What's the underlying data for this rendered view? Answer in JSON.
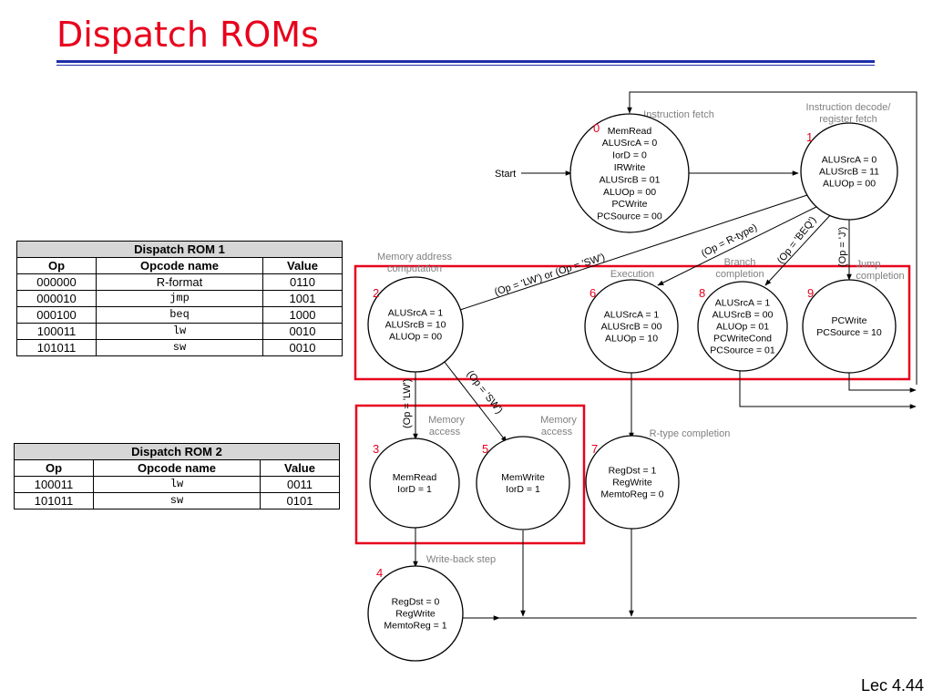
{
  "slide": {
    "title": "Dispatch ROMs",
    "footer": "Lec 4.44"
  },
  "rom1": {
    "caption": "Dispatch ROM 1",
    "headers": [
      "Op",
      "Opcode name",
      "Value"
    ],
    "rows": [
      {
        "op": "000000",
        "name": "R-format",
        "value": "0110",
        "mono": false
      },
      {
        "op": "000010",
        "name": "jmp",
        "value": "1001",
        "mono": true
      },
      {
        "op": "000100",
        "name": "beq",
        "value": "1000",
        "mono": true
      },
      {
        "op": "100011",
        "name": "lw",
        "value": "0010",
        "mono": true
      },
      {
        "op": "101011",
        "name": "sw",
        "value": "0010",
        "mono": true
      }
    ]
  },
  "rom2": {
    "caption": "Dispatch ROM 2",
    "headers": [
      "Op",
      "Opcode name",
      "Value"
    ],
    "rows": [
      {
        "op": "100011",
        "name": "lw",
        "value": "0011",
        "mono": true
      },
      {
        "op": "101011",
        "name": "sw",
        "value": "0101",
        "mono": true
      }
    ]
  },
  "diagram": {
    "start_label": "Start",
    "states": [
      {
        "id": "0",
        "lines": [
          "MemRead",
          "ALUSrcA = 0",
          "IorD = 0",
          "IRWrite",
          "ALUSrcB = 01",
          "ALUOp = 00",
          "PCWrite",
          "PCSource = 00"
        ]
      },
      {
        "id": "1",
        "lines": [
          "ALUSrcA = 0",
          "ALUSrcB = 11",
          "ALUOp = 00"
        ]
      },
      {
        "id": "2",
        "lines": [
          "ALUSrcA = 1",
          "ALUSrcB = 10",
          "ALUOp = 00"
        ]
      },
      {
        "id": "3",
        "lines": [
          "MemRead",
          "IorD = 1"
        ]
      },
      {
        "id": "4",
        "lines": [
          "RegDst = 0",
          "RegWrite",
          "MemtoReg = 1"
        ]
      },
      {
        "id": "5",
        "lines": [
          "MemWrite",
          "IorD = 1"
        ]
      },
      {
        "id": "6",
        "lines": [
          "ALUSrcA = 1",
          "ALUSrcB = 00",
          "ALUOp = 10"
        ]
      },
      {
        "id": "7",
        "lines": [
          "RegDst = 1",
          "RegWrite",
          "MemtoReg = 0"
        ]
      },
      {
        "id": "8",
        "lines": [
          "ALUSrcA = 1",
          "ALUSrcB = 00",
          "ALUOp = 01",
          "PCWriteCond",
          "PCSource = 01"
        ]
      },
      {
        "id": "9",
        "lines": [
          "PCWrite",
          "PCSource = 10"
        ]
      }
    ],
    "phase_labels": {
      "fetch": "Instruction fetch",
      "decode": [
        "Instruction decode/",
        "register fetch"
      ],
      "memaddr": [
        "Memory address",
        "computation"
      ],
      "execution": "Execution",
      "branch": [
        "Branch",
        "completion"
      ],
      "jump": [
        "Jump",
        "completion"
      ],
      "memaccess1": [
        "Memory",
        "access"
      ],
      "memaccess2": [
        "Memory",
        "access"
      ],
      "rtype": "R-type completion",
      "writeback": "Write-back step"
    },
    "conditions": {
      "lwsw": "(Op = 'LW') or (Op = 'SW')",
      "rtype": "(Op = R-type)",
      "beq": "(Op = 'BEQ')",
      "j": "(Op = 'J')",
      "lw": "(Op = 'LW')",
      "sw": "(Op = 'SW')"
    }
  }
}
